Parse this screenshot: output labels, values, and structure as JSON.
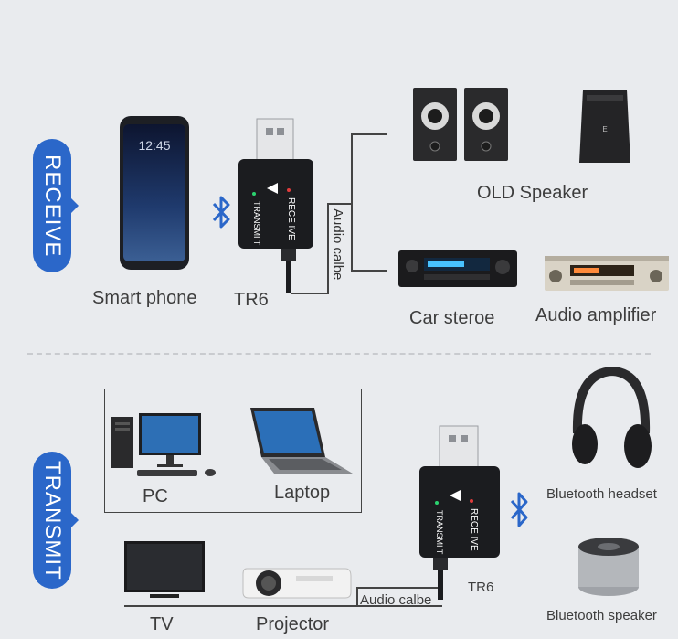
{
  "modes": {
    "receive": "RECEIVE",
    "transmit": "TRANSMIT"
  },
  "receive": {
    "source_label": "Smart phone",
    "device_label": "TR6",
    "cable_label": "Audio calbe",
    "outputs": {
      "old_speaker": "OLD Speaker",
      "car_stereo": "Car steroe",
      "audio_amplifier": "Audio amplifier"
    }
  },
  "transmit": {
    "sources": {
      "pc": "PC",
      "laptop": "Laptop",
      "tv": "TV",
      "projector": "Projector"
    },
    "cable_label": "Audio calbe",
    "device_label": "TR6",
    "outputs": {
      "headset": "Bluetooth headset",
      "speaker": "Bluetooth speaker"
    }
  },
  "device_text": {
    "receive": "RECE IVE",
    "transmit": "TRANSMI T"
  },
  "colors": {
    "accent": "#2b67c9",
    "background": "#e9ebee"
  },
  "icons": [
    "bluetooth-icon",
    "smartphone-icon",
    "usb-adapter-icon",
    "speaker-icon",
    "car-stereo-icon",
    "amplifier-icon",
    "pc-icon",
    "laptop-icon",
    "tv-icon",
    "projector-icon",
    "headphones-icon",
    "round-speaker-icon"
  ]
}
